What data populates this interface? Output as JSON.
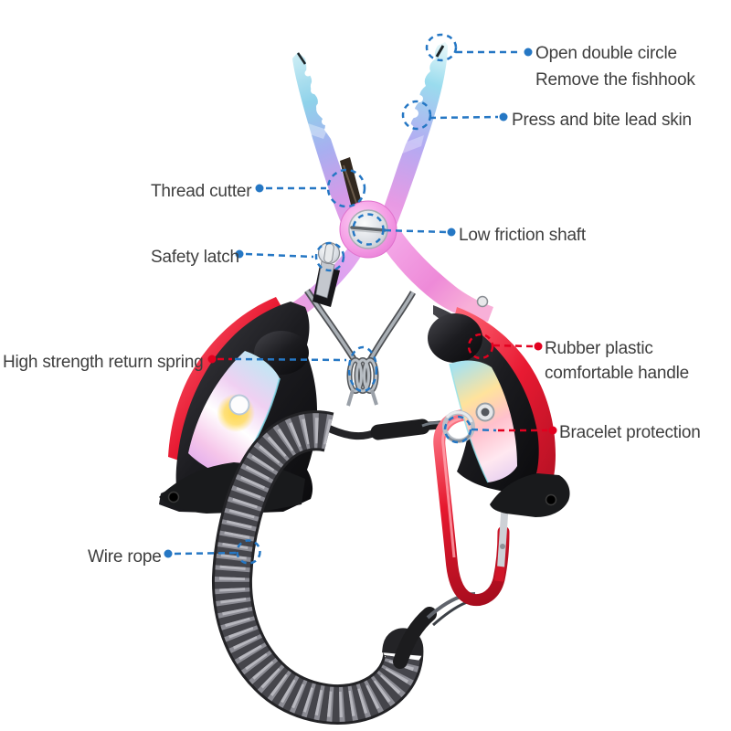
{
  "meta": {
    "title": "Fishing pliers product callout diagram"
  },
  "colors": {
    "background": "#ffffff",
    "callout_blue": "#2577c4",
    "callout_red": "#e2001f",
    "label_text": "#3e3e3e"
  },
  "labels": {
    "open_double_circle": {
      "line1": "Open double circle",
      "line2": "Remove the fishhook"
    },
    "press_bite": {
      "text": "Press and bite lead skin"
    },
    "thread_cutter": {
      "text": "Thread cutter"
    },
    "low_friction_shaft": {
      "text": "Low friction shaft"
    },
    "safety_latch": {
      "text": "Safety latch"
    },
    "return_spring": {
      "text": "High strength return spring"
    },
    "rubber_handle": {
      "line1": "Rubber plastic",
      "line2": "comfortable handle"
    },
    "bracelet_protection": {
      "text": "Bracelet protection"
    },
    "wire_rope": {
      "text": "Wire rope"
    }
  }
}
